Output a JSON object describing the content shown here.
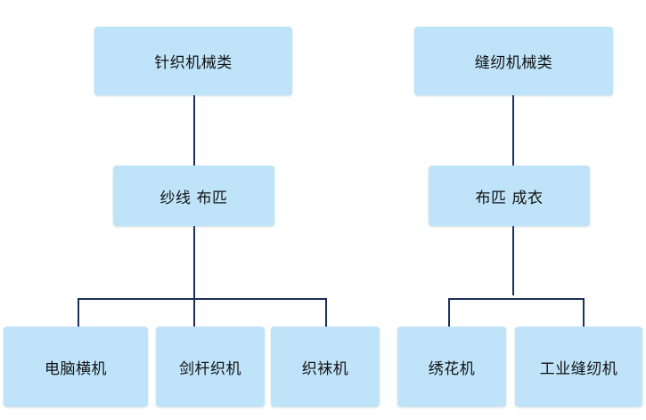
{
  "nodes": {
    "knitting_machinery": "针织机械类",
    "sewing_machinery": "缝纫机械类",
    "yarn_fabric": "纱线 布匹",
    "fabric_garment": "布匹 成衣",
    "computer_flat_knitting": "电脑横机",
    "rapier_loom": "剑杆织机",
    "sock_knitting": "织袜机",
    "embroidery": "绣花机",
    "industrial_sewing": "工业缝纫机"
  },
  "colors": {
    "node_fill": "#bfe3f9",
    "connector": "#1c2f5a",
    "text": "#111111"
  }
}
